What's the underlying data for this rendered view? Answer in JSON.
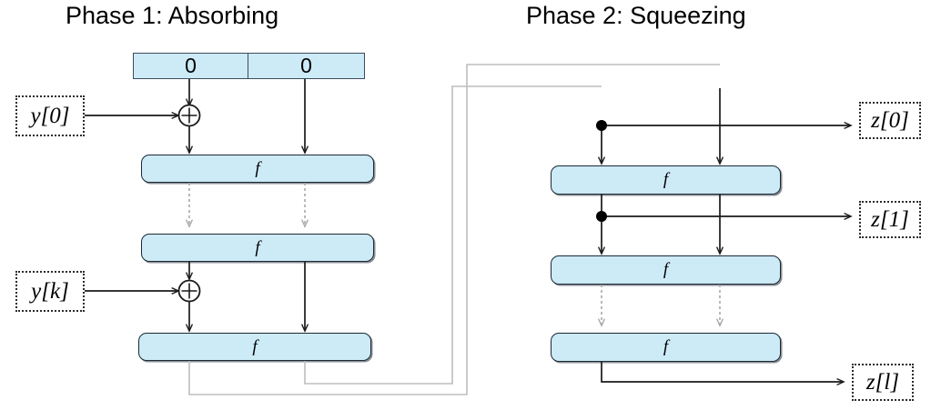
{
  "figure": {
    "kind": "sponge-construction-diagram",
    "background_color": "#ffffff"
  },
  "phases": [
    {
      "id": "absorbing",
      "title": "Phase 1: Absorbing"
    },
    {
      "id": "squeezing",
      "title": "Phase 2: Squeezing"
    }
  ],
  "colors": {
    "block_fill": "#cdeaf7",
    "block_border": "#1b2a33",
    "state_border": "#3d4d5c",
    "solid_line": "#1a1a1a",
    "dashed_gray": "#a8a8a8",
    "feedback_gray": "#b5b5b5",
    "text": "#000000"
  },
  "initial_state": {
    "label": "initial-state-register",
    "cells": [
      {
        "name": "rate-cell",
        "value": "0"
      },
      {
        "name": "capacity-cell",
        "value": "0"
      }
    ]
  },
  "absorbing": {
    "permutations": [
      {
        "id": "f-a1",
        "label": "f"
      },
      {
        "id": "f-a2",
        "label": "f"
      },
      {
        "id": "f-a3",
        "label": "f"
      }
    ],
    "inputs": [
      {
        "id": "y0",
        "label": "y[0]"
      },
      {
        "id": "yk",
        "label": "y[k]"
      }
    ],
    "xor_nodes": [
      {
        "id": "xor-y0",
        "symbol": "+"
      },
      {
        "id": "xor-yk",
        "symbol": "+"
      }
    ]
  },
  "squeezing": {
    "permutations": [
      {
        "id": "f-s1",
        "label": "f"
      },
      {
        "id": "f-s2",
        "label": "f"
      },
      {
        "id": "f-s3",
        "label": "f"
      }
    ],
    "outputs": [
      {
        "id": "z0",
        "label": "z[0]"
      },
      {
        "id": "z1",
        "label": "z[1]"
      },
      {
        "id": "zl",
        "label": "z[l]"
      }
    ],
    "tap_nodes": [
      {
        "id": "tap-z0"
      },
      {
        "id": "tap-z1"
      }
    ]
  }
}
